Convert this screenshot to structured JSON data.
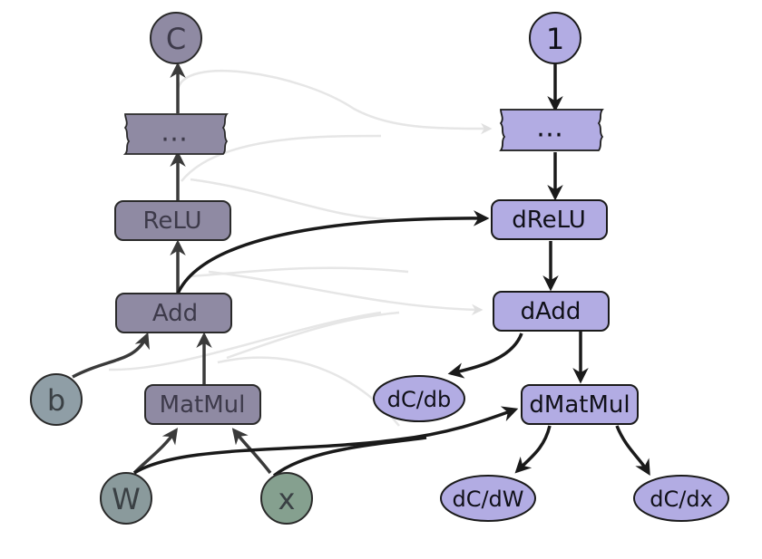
{
  "colors": {
    "forward_fill": "#8f8aa3",
    "backward_fill": "#b2ace3",
    "input_b_fill": "#8f9ea6",
    "input_w_fill": "#8a9a9c",
    "input_x_fill": "#85a08f",
    "edge_dark": "#1a1a1a",
    "edge_forward": "#3a3a3a",
    "edge_faint": "#e4e4e4"
  },
  "forward": {
    "output": "C",
    "ellipsis": "…",
    "relu": "ReLU",
    "add": "Add",
    "matmul": "MatMul"
  },
  "inputs": {
    "b": "b",
    "w": "W",
    "x": "x"
  },
  "backward": {
    "seed": "1",
    "ellipsis": "…",
    "drelu": "dReLU",
    "dadd": "dAdd",
    "dmatmul": "dMatMul",
    "dc_db": "dC/db",
    "dc_dw": "dC/dW",
    "dc_dx": "dC/dx"
  }
}
